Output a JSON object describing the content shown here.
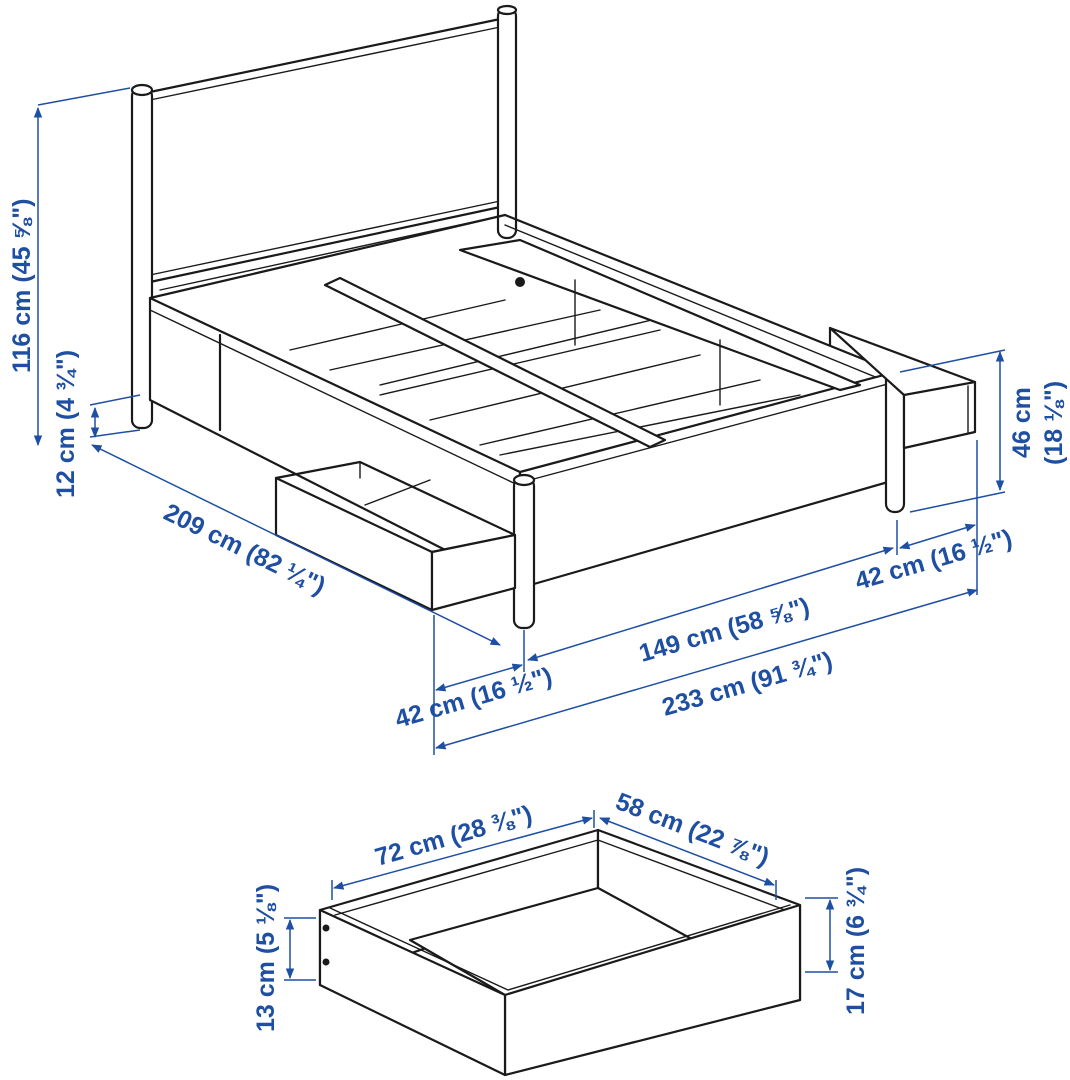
{
  "colors": {
    "dimension": "#1e4fa3",
    "line": "#1a1a1a",
    "background": "#ffffff"
  },
  "dimensions": {
    "headboard_height": "116 cm (45 ⅝\")",
    "leg_clearance": "12 cm (4 ¾\")",
    "bed_length": "209 cm (82 ¼\")",
    "drawer_open_front": "42 cm (16 ½\")",
    "bed_width": "149 cm (58 ⅝\")",
    "total_width": "233 cm (91 ¾\")",
    "drawer_open_side": "42 cm (16 ½\")",
    "side_height": "46 cm",
    "side_height_inch": "(18 ⅛\")",
    "drawer_width": "72 cm (28 ⅜\")",
    "drawer_depth": "58 cm (22 ⅞\")",
    "drawer_back_height": "13 cm (5 ⅛\")",
    "drawer_front_height": "17 cm (6 ¾\")"
  }
}
